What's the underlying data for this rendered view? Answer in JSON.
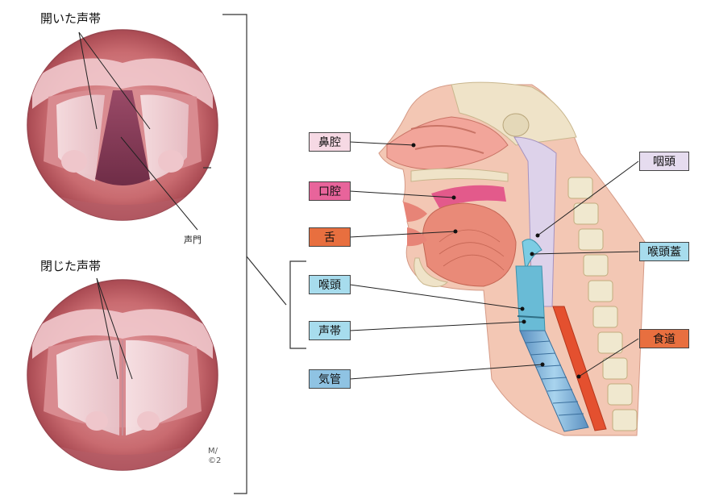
{
  "captions": {
    "open_vocal_folds": "開いた声帯",
    "glottis": "声門",
    "closed_vocal_folds": "閉じた声帯",
    "copyright_line1": "M/",
    "copyright_line2": "©2"
  },
  "labels": {
    "nasal_cavity": "鼻腔",
    "oral_cavity": "口腔",
    "tongue": "舌",
    "larynx": "喉頭",
    "vocal_folds": "声帯",
    "trachea": "気管",
    "pharynx": "咽頭",
    "epiglottis": "喉頭蓋",
    "esophagus": "食道"
  },
  "colors": {
    "pink_label": "#f6d9e4",
    "magenta_label": "#e8649b",
    "orange_label": "#e86f3f",
    "blue_label": "#a7dced",
    "lavender_label": "#e6dcef",
    "trachea_label": "#8fc3e3"
  }
}
